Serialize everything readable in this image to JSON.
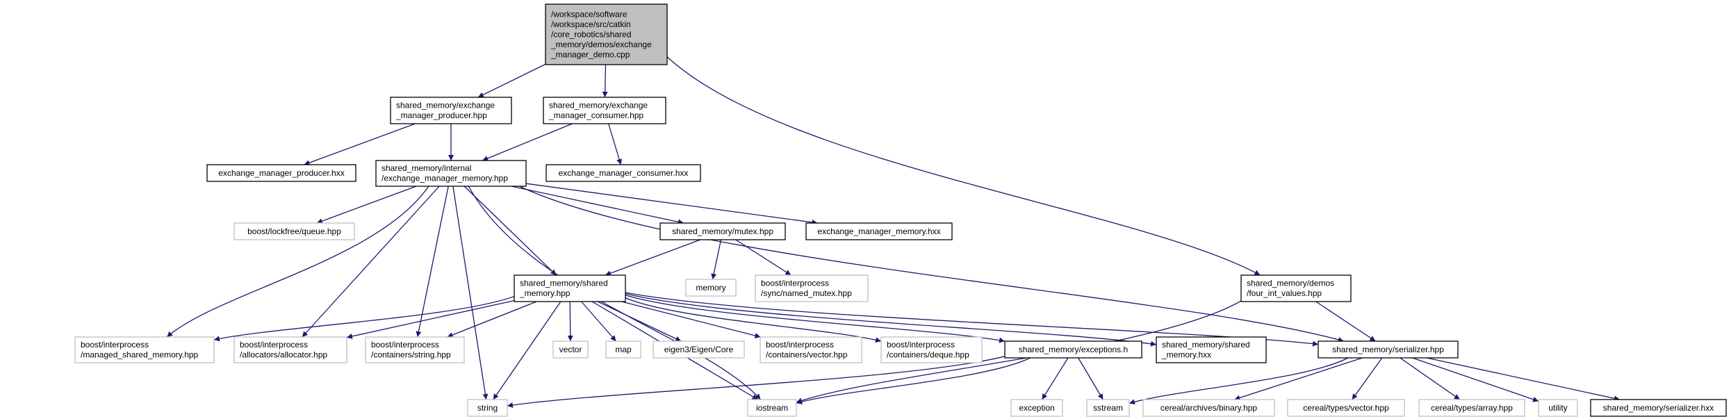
{
  "graph": {
    "nodes": [
      {
        "id": "root",
        "kind": "root",
        "lines": [
          "/workspace/software",
          "/workspace/src/catkin",
          "/core_robotics/shared",
          "_memory/demos/exchange",
          "_manager_demo.cpp"
        ]
      },
      {
        "id": "producer_hpp",
        "kind": "doc",
        "lines": [
          "shared_memory/exchange",
          "_manager_producer.hpp"
        ]
      },
      {
        "id": "consumer_hpp",
        "kind": "doc",
        "lines": [
          "shared_memory/exchange",
          "_manager_consumer.hpp"
        ]
      },
      {
        "id": "four_int",
        "kind": "doc",
        "lines": [
          "shared_memory/demos",
          "/four_int_values.hpp"
        ]
      },
      {
        "id": "producer_hxx",
        "kind": "doc",
        "lines": [
          "exchange_manager_producer.hxx"
        ]
      },
      {
        "id": "mem_hpp",
        "kind": "doc",
        "lines": [
          "shared_memory/internal",
          "/exchange_manager_memory.hpp"
        ]
      },
      {
        "id": "consumer_hxx",
        "kind": "doc",
        "lines": [
          "exchange_manager_consumer.hxx"
        ]
      },
      {
        "id": "lockfree",
        "kind": "ext",
        "lines": [
          "boost/lockfree/queue.hpp"
        ]
      },
      {
        "id": "mutex_hpp",
        "kind": "doc",
        "lines": [
          "shared_memory/mutex.hpp"
        ]
      },
      {
        "id": "mem_hxx",
        "kind": "doc",
        "lines": [
          "exchange_manager_memory.hxx"
        ]
      },
      {
        "id": "memory",
        "kind": "ext",
        "lines": [
          "memory"
        ]
      },
      {
        "id": "named_mutex",
        "kind": "ext",
        "lines": [
          "boost/interprocess",
          "/sync/named_mutex.hpp"
        ]
      },
      {
        "id": "sm_hpp",
        "kind": "doc",
        "lines": [
          "shared_memory/shared",
          "_memory.hpp"
        ]
      },
      {
        "id": "managed_sm",
        "kind": "ext",
        "lines": [
          "boost/interprocess",
          "/managed_shared_memory.hpp"
        ]
      },
      {
        "id": "allocator",
        "kind": "ext",
        "lines": [
          "boost/interprocess",
          "/allocators/allocator.hpp"
        ]
      },
      {
        "id": "cont_string",
        "kind": "ext",
        "lines": [
          "boost/interprocess",
          "/containers/string.hpp"
        ]
      },
      {
        "id": "vector",
        "kind": "ext",
        "lines": [
          "vector"
        ]
      },
      {
        "id": "map",
        "kind": "ext",
        "lines": [
          "map"
        ]
      },
      {
        "id": "eigen",
        "kind": "ext",
        "lines": [
          "eigen3/Eigen/Core"
        ]
      },
      {
        "id": "cont_vector",
        "kind": "ext",
        "lines": [
          "boost/interprocess",
          "/containers/vector.hpp"
        ]
      },
      {
        "id": "cont_deque",
        "kind": "ext",
        "lines": [
          "boost/interprocess",
          "/containers/deque.hpp"
        ]
      },
      {
        "id": "exceptions",
        "kind": "doc",
        "lines": [
          "shared_memory/exceptions.h"
        ]
      },
      {
        "id": "sm_hxx",
        "kind": "doc",
        "lines": [
          "shared_memory/shared",
          "_memory.hxx"
        ]
      },
      {
        "id": "serializer_hpp",
        "kind": "doc",
        "lines": [
          "shared_memory/serializer.hpp"
        ]
      },
      {
        "id": "string",
        "kind": "ext",
        "lines": [
          "string"
        ]
      },
      {
        "id": "iostream",
        "kind": "ext",
        "lines": [
          "iostream"
        ]
      },
      {
        "id": "exception",
        "kind": "ext",
        "lines": [
          "exception"
        ]
      },
      {
        "id": "sstream",
        "kind": "ext",
        "lines": [
          "sstream"
        ]
      },
      {
        "id": "cereal_binary",
        "kind": "ext",
        "lines": [
          "cereal/archives/binary.hpp"
        ]
      },
      {
        "id": "cereal_vector",
        "kind": "ext",
        "lines": [
          "cereal/types/vector.hpp"
        ]
      },
      {
        "id": "cereal_array",
        "kind": "ext",
        "lines": [
          "cereal/types/array.hpp"
        ]
      },
      {
        "id": "utility",
        "kind": "ext",
        "lines": [
          "utility"
        ]
      },
      {
        "id": "serializer_hxx",
        "kind": "doc",
        "lines": [
          "shared_memory/serializer.hxx"
        ]
      }
    ],
    "edges": [
      {
        "from": "root",
        "to": "producer_hpp"
      },
      {
        "from": "root",
        "to": "consumer_hpp"
      },
      {
        "from": "root",
        "to": "four_int"
      },
      {
        "from": "producer_hpp",
        "to": "producer_hxx"
      },
      {
        "from": "producer_hpp",
        "to": "mem_hpp"
      },
      {
        "from": "consumer_hpp",
        "to": "mem_hpp"
      },
      {
        "from": "consumer_hpp",
        "to": "consumer_hxx"
      },
      {
        "from": "mem_hpp",
        "to": "lockfree"
      },
      {
        "from": "mem_hpp",
        "to": "mutex_hpp"
      },
      {
        "from": "mem_hpp",
        "to": "mem_hxx"
      },
      {
        "from": "mem_hpp",
        "to": "sm_hpp"
      },
      {
        "from": "mem_hpp",
        "to": "managed_sm"
      },
      {
        "from": "mem_hpp",
        "to": "allocator"
      },
      {
        "from": "mem_hpp",
        "to": "cont_string"
      },
      {
        "from": "mem_hpp",
        "to": "string"
      },
      {
        "from": "mem_hpp",
        "to": "iostream"
      },
      {
        "from": "mem_hpp",
        "to": "serializer_hpp"
      },
      {
        "from": "mutex_hpp",
        "to": "memory"
      },
      {
        "from": "mutex_hpp",
        "to": "named_mutex"
      },
      {
        "from": "mutex_hpp",
        "to": "sm_hpp"
      },
      {
        "from": "sm_hpp",
        "to": "managed_sm"
      },
      {
        "from": "sm_hpp",
        "to": "allocator"
      },
      {
        "from": "sm_hpp",
        "to": "cont_string"
      },
      {
        "from": "sm_hpp",
        "to": "vector"
      },
      {
        "from": "sm_hpp",
        "to": "map"
      },
      {
        "from": "sm_hpp",
        "to": "eigen"
      },
      {
        "from": "sm_hpp",
        "to": "cont_vector"
      },
      {
        "from": "sm_hpp",
        "to": "cont_deque"
      },
      {
        "from": "sm_hpp",
        "to": "exceptions"
      },
      {
        "from": "sm_hpp",
        "to": "sm_hxx"
      },
      {
        "from": "sm_hpp",
        "to": "serializer_hpp"
      },
      {
        "from": "sm_hpp",
        "to": "string"
      },
      {
        "from": "sm_hpp",
        "to": "iostream"
      },
      {
        "from": "exceptions",
        "to": "string"
      },
      {
        "from": "exceptions",
        "to": "iostream"
      },
      {
        "from": "exceptions",
        "to": "exception"
      },
      {
        "from": "exceptions",
        "to": "sstream"
      },
      {
        "from": "four_int",
        "to": "serializer_hpp"
      },
      {
        "from": "four_int",
        "to": "iostream"
      },
      {
        "from": "serializer_hpp",
        "to": "sstream"
      },
      {
        "from": "serializer_hpp",
        "to": "cereal_binary"
      },
      {
        "from": "serializer_hpp",
        "to": "cereal_vector"
      },
      {
        "from": "serializer_hpp",
        "to": "cereal_array"
      },
      {
        "from": "serializer_hpp",
        "to": "utility"
      },
      {
        "from": "serializer_hpp",
        "to": "serializer_hxx"
      }
    ]
  }
}
